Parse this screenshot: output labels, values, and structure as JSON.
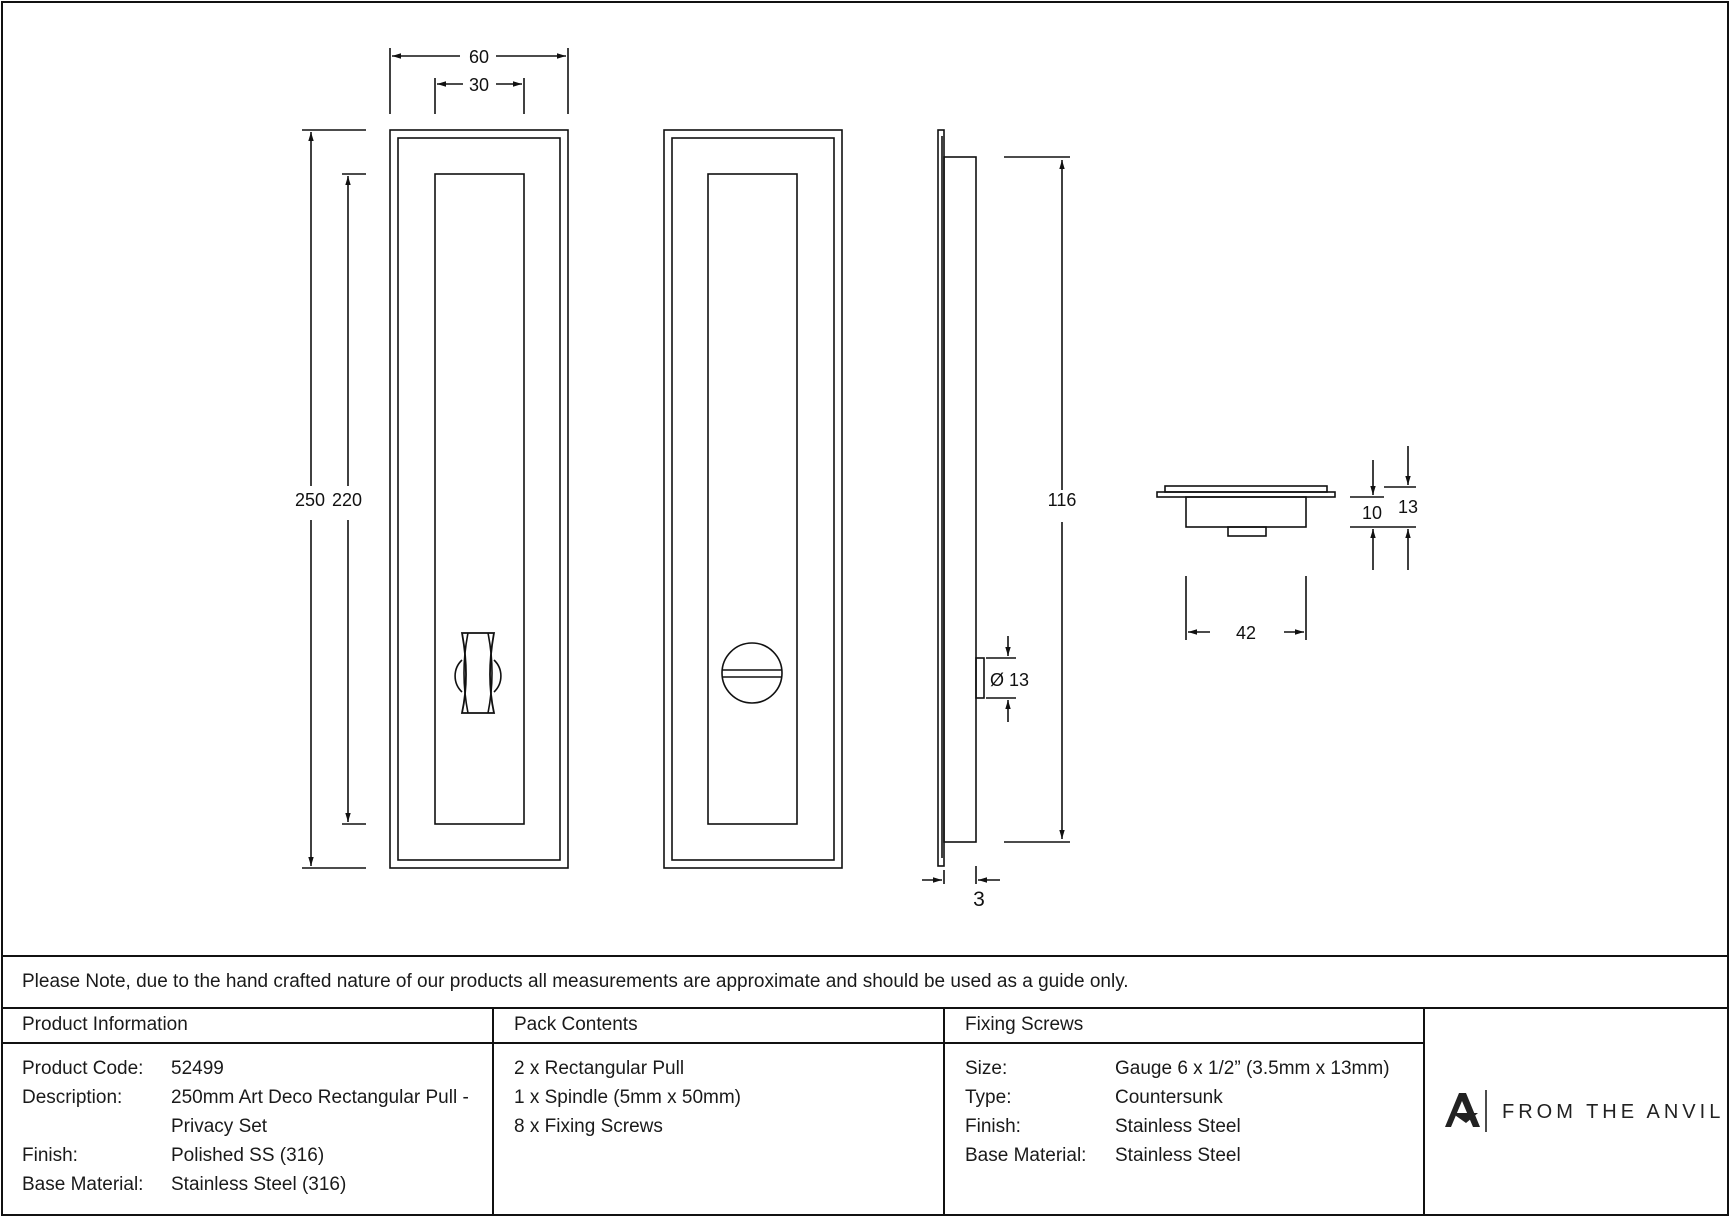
{
  "drawing": {
    "dimensions": {
      "width_outer": "60",
      "width_inner": "30",
      "height_outer": "250",
      "height_inner": "220",
      "side_height": "116",
      "side_thickness": "3",
      "spindle_diameter": "Ø 13",
      "top_depth_a": "10",
      "top_depth_b": "13",
      "top_width": "42"
    }
  },
  "note": "Please Note, due to the hand crafted nature of our products all measurements are approximate and should be used as a guide only.",
  "product_information": {
    "heading": "Product Information",
    "rows": [
      {
        "label": "Product Code:",
        "value": "52499"
      },
      {
        "label": "Description:",
        "value": "250mm Art Deco Rectangular Pull -",
        "value2": "Privacy Set"
      },
      {
        "label": "Finish:",
        "value": "Polished SS (316)"
      },
      {
        "label": "Base Material:",
        "value": "Stainless Steel (316)"
      }
    ]
  },
  "pack_contents": {
    "heading": "Pack Contents",
    "items": [
      "2 x Rectangular Pull",
      "1 x Spindle (5mm x 50mm)",
      "8 x Fixing Screws"
    ]
  },
  "fixing_screws": {
    "heading": "Fixing Screws",
    "rows": [
      {
        "label": "Size:",
        "value": "Gauge 6 x 1/2” (3.5mm x 13mm)"
      },
      {
        "label": "Type:",
        "value": "Countersunk"
      },
      {
        "label": "Finish:",
        "value": "Stainless Steel"
      },
      {
        "label": "Base Material:",
        "value": "Stainless Steel"
      }
    ]
  },
  "brand": {
    "name": "FROM THE ANVIL",
    "logo_letter": "A"
  }
}
